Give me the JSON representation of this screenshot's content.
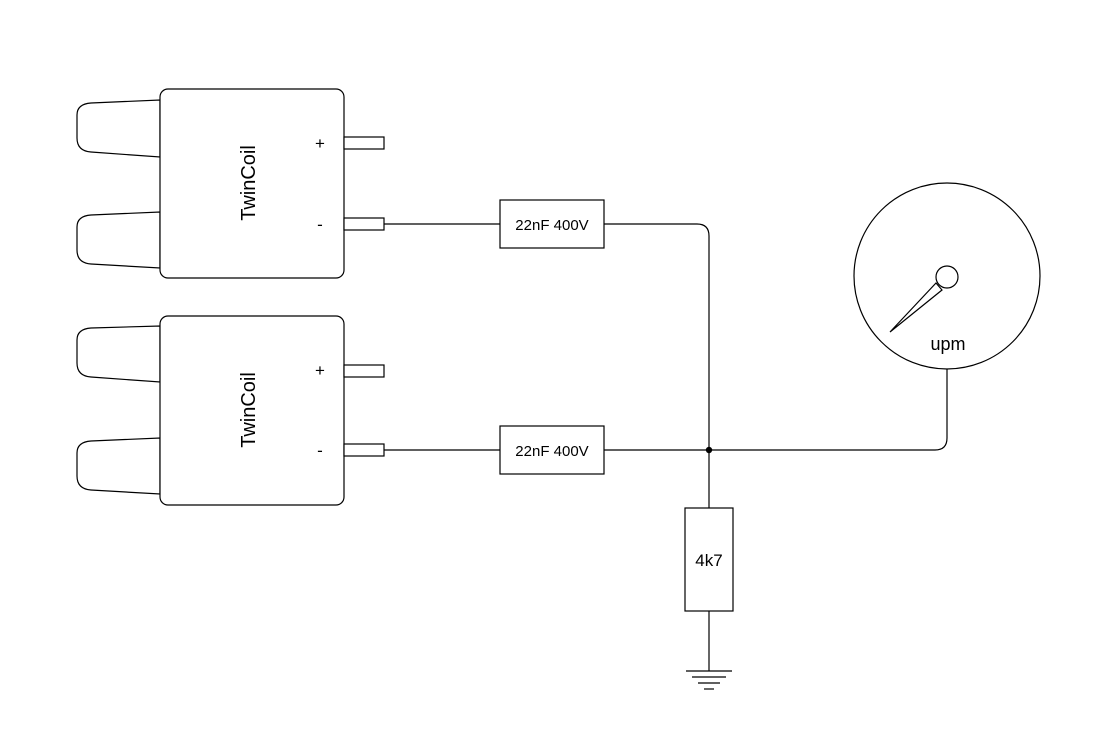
{
  "coils": [
    {
      "label": "TwinCoil",
      "plus_label": "+",
      "minus_label": "-"
    },
    {
      "label": "TwinCoil",
      "plus_label": "+",
      "minus_label": "-"
    }
  ],
  "capacitors": [
    {
      "label": "22nF 400V"
    },
    {
      "label": "22nF 400V"
    }
  ],
  "resistor": {
    "label": "4k7"
  },
  "gauge": {
    "label": "upm"
  },
  "colors": {
    "stroke": "#000000",
    "background": "#ffffff"
  }
}
